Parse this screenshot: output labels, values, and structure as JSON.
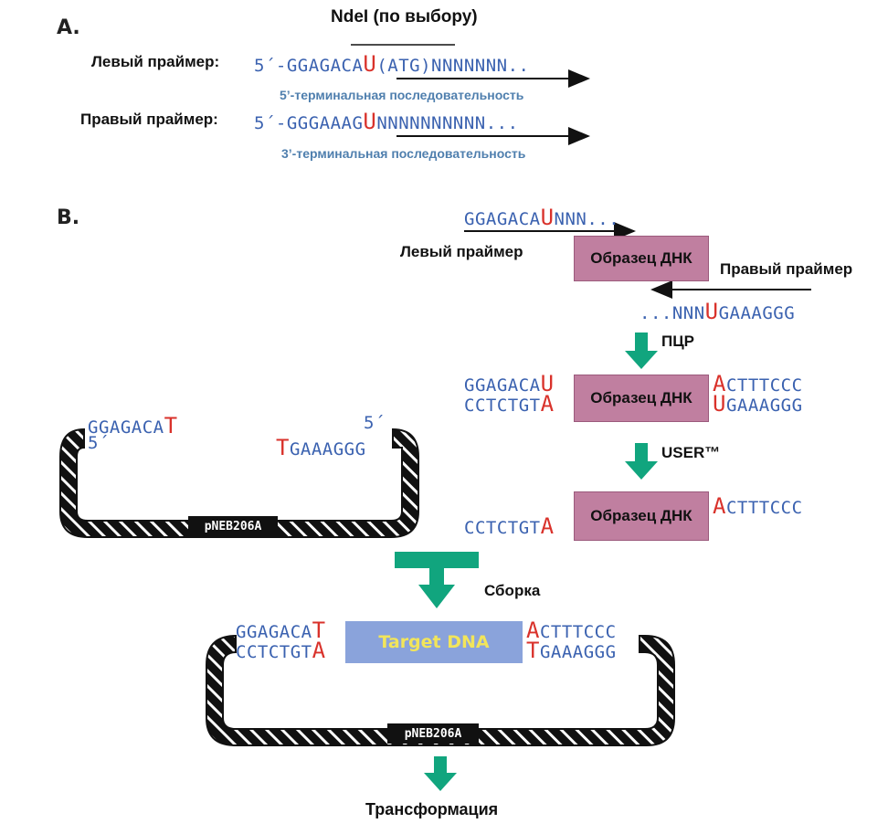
{
  "section_a": {
    "label": "A.",
    "ndel_label": "NdeI (по выбору)",
    "left_primer_label": "Левый праймер:",
    "left_primer_seq_prefix": "5´-GGAGACA",
    "left_primer_u": "U",
    "left_primer_seq_suffix": "(ATG)NNNNNNN..",
    "left_caption": "5’-терминальная последовательность",
    "right_primer_label": "Правый праймер:",
    "right_primer_seq_prefix": "5´-GGGAAAG",
    "right_primer_u": "U",
    "right_primer_seq_suffix": "NNNNNNNNNN...",
    "right_caption": "3’-терминальная последовательность"
  },
  "section_b": {
    "label": "B.",
    "top_seq_prefix": "GGAGACA",
    "top_seq_u": "U",
    "top_seq_suffix": "NNN...",
    "left_primer_label": "Левый праймер",
    "right_primer_label": "Правый праймер",
    "dna_box_label": "Образец ДНК",
    "bottom_seq_prefix": "...NNN",
    "bottom_seq_u": "U",
    "bottom_seq_suffix": "GAAAGGG",
    "pcr_label": "ПЦР",
    "pcr_top_left": "GGAGACA",
    "pcr_top_left_u": "U",
    "pcr_bottom_left": "CCTCTGT",
    "pcr_bottom_left_a": "A",
    "pcr_top_right_a": "A",
    "pcr_top_right": "CTTTCCC",
    "pcr_bottom_right_u": "U",
    "pcr_bottom_right": "GAAAGGG",
    "user_label": "USER™",
    "user_left": "CCTCTGT",
    "user_left_a": "A",
    "user_right_a": "A",
    "user_right": "CTTTCCC",
    "vector_top_left": "GGAGACA",
    "vector_top_left_t": "T",
    "vector_five_left": "5´",
    "vector_five_right": "5´",
    "vector_t_right": "T",
    "vector_right": "GAAAGGG",
    "vector_name": "pNEB206A",
    "assembly_label": "Сборка",
    "final_top_left": "GGAGACA",
    "final_top_left_t": "T",
    "final_bottom_left": "CCTCTGT",
    "final_bottom_left_a": "A",
    "target_label": "Target DNA",
    "final_top_right_a": "A",
    "final_top_right": "CTTTCCC",
    "final_bottom_right_t": "T",
    "final_bottom_right": "GAAAGGG",
    "final_vector_name": "pNEB206A",
    "transformation_label": "Трансформация"
  },
  "colors": {
    "sequence_blue": "#3b62b0",
    "highlight_red": "#d9322b",
    "dna_box": "#c07fa0",
    "target_box": "#8aa3db",
    "arrow_green": "#11a57e"
  }
}
